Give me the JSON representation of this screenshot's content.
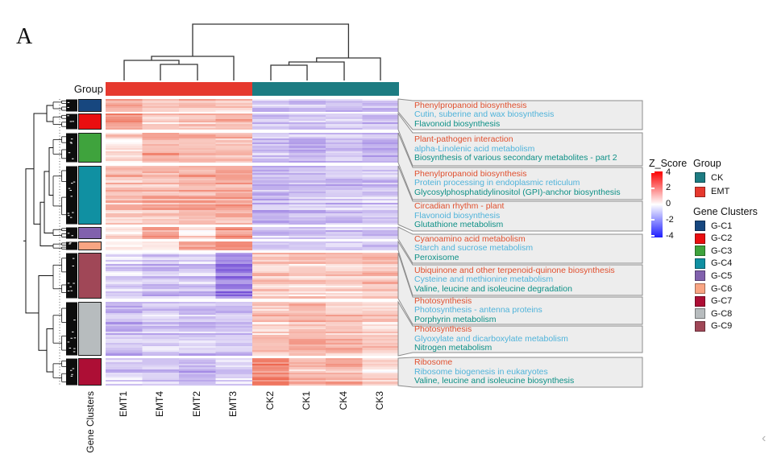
{
  "panel_label": "A",
  "figure": {
    "group_axis_label": "Group",
    "row_axis_label": "Gene Clusters",
    "corner_glyph": "‹"
  },
  "palette": {
    "group_EMT": "#e6392e",
    "group_CK": "#1d7c82",
    "heatmap_positive_end": "#e83a1b",
    "heatmap_negative_end": "#5c30d0",
    "box_fill": "#ededed",
    "box_border": "#8c8c8c",
    "pathway_text": {
      "red": "#e0502f",
      "blue": "#4fb3da",
      "teal": "#0d9086"
    }
  },
  "legend": {
    "zscore": {
      "title": "Z_Score",
      "ticks": [
        "4",
        "2",
        "0",
        "-2",
        "-4"
      ],
      "top_color": "#fb0000",
      "mid_color": "#ffffff",
      "bottom_color": "#1e1eff"
    },
    "group": {
      "title": "Group",
      "items": [
        {
          "label": "CK",
          "color": "#1d7c82"
        },
        {
          "label": "EMT",
          "color": "#e6392e"
        }
      ]
    },
    "gene_clusters": {
      "title": "Gene Clusters",
      "items": [
        {
          "label": "G-C1",
          "color": "#17477f"
        },
        {
          "label": "G-C2",
          "color": "#ea0e10"
        },
        {
          "label": "G-C3",
          "color": "#3fa33d"
        },
        {
          "label": "G-C4",
          "color": "#1090a2"
        },
        {
          "label": "G-C5",
          "color": "#8161ad"
        },
        {
          "label": "G-C6",
          "color": "#f9a583"
        },
        {
          "label": "G-C7",
          "color": "#ad0e35"
        },
        {
          "label": "G-C8",
          "color": "#b7bcbe"
        },
        {
          "label": "G-C9",
          "color": "#a04757"
        }
      ]
    }
  },
  "chart_data": {
    "type": "heatmap",
    "value_name": "Z_Score",
    "zscore_range": [
      -4,
      4
    ],
    "columns": [
      "EMT1",
      "EMT4",
      "EMT2",
      "EMT3",
      "CK2",
      "CK1",
      "CK4",
      "CK3"
    ],
    "column_groups": [
      "EMT",
      "EMT",
      "EMT",
      "EMT",
      "CK",
      "CK",
      "CK",
      "CK"
    ],
    "column_dendrogram": "((EMT1,(EMT4,EMT2)),EMT3) | (((CK2,CK1),CK4),CK3)",
    "row_cluster_display_order": [
      "G-C1",
      "G-C2",
      "G-C3",
      "G-C4",
      "G-C5",
      "G-C6",
      "G-C9",
      "G-C8",
      "G-C7"
    ],
    "clusters": [
      {
        "id": "G-C1",
        "color": "#17477f",
        "rows": 7,
        "col_means": [
          1.6,
          1.0,
          1.1,
          0.9,
          -0.9,
          -1.0,
          -0.8,
          -1.0
        ],
        "pathways": [
          {
            "text": "Phenylpropanoid biosynthesis",
            "color": "red"
          },
          {
            "text": "Cutin, suberine and wax biosynthesis",
            "color": "blue"
          },
          {
            "text": "Flavonoid biosynthesis",
            "color": "teal"
          }
        ]
      },
      {
        "id": "G-C2",
        "color": "#ea0e10",
        "rows": 9,
        "col_means": [
          1.7,
          0.8,
          1.0,
          1.3,
          -1.0,
          -0.9,
          -0.9,
          -1.1
        ],
        "pathways": [
          {
            "text": "Plant-pathogen interaction",
            "color": "red"
          },
          {
            "text": "alpha-Linolenic acid metabolism",
            "color": "blue"
          },
          {
            "text": "Biosynthesis of various secondary metabolites - part 2",
            "color": "teal"
          }
        ]
      },
      {
        "id": "G-C3",
        "color": "#3fa33d",
        "rows": 16,
        "col_means": [
          0.6,
          1.5,
          1.2,
          1.1,
          -1.0,
          -1.1,
          -0.9,
          -1.2
        ],
        "pathways": [
          {
            "text": "Phenylpropanoid biosynthesis",
            "color": "red"
          },
          {
            "text": "Protein processing in endoplasmic reticulum",
            "color": "blue"
          },
          {
            "text": "Glycosylphosphatidylinositol (GPI)-anchor biosynthesis",
            "color": "teal"
          }
        ]
      },
      {
        "id": "G-C4",
        "color": "#1090a2",
        "rows": 32,
        "col_means": [
          1.0,
          1.1,
          1.3,
          1.4,
          -1.2,
          -1.1,
          -1.0,
          -0.9
        ],
        "pathways": [
          {
            "text": "Circadian rhythm - plant",
            "color": "red"
          },
          {
            "text": "Flavonoid biosynthesis",
            "color": "blue"
          },
          {
            "text": "Glutathione metabolism",
            "color": "teal"
          }
        ]
      },
      {
        "id": "G-C5",
        "color": "#8161ad",
        "rows": 7,
        "col_means": [
          0.7,
          1.8,
          0.6,
          1.8,
          -0.8,
          -0.9,
          -0.8,
          -0.9
        ],
        "pathways": [
          {
            "text": "Cyanoamino acid metabolism",
            "color": "red"
          },
          {
            "text": "Starch and sucrose metabolism",
            "color": "blue"
          },
          {
            "text": "Peroxisome",
            "color": "teal"
          }
        ]
      },
      {
        "id": "G-C6",
        "color": "#f9a583",
        "rows": 5,
        "col_means": [
          0.5,
          0.6,
          1.7,
          1.9,
          -0.8,
          -0.8,
          -0.7,
          -0.9
        ],
        "pathways": [
          {
            "text": "Ubiquinone and other terpenoid-quinone biosynthesis",
            "color": "red"
          },
          {
            "text": "Cysteine and methionine metabolism",
            "color": "blue"
          },
          {
            "text": "Valine, leucine and isoleucine degradation",
            "color": "teal"
          }
        ]
      },
      {
        "id": "G-C9",
        "color": "#a04757",
        "rows": 25,
        "col_means": [
          -0.7,
          -1.0,
          -0.9,
          -2.1,
          0.9,
          0.8,
          0.8,
          0.9
        ],
        "pathways": [
          {
            "text": "Photosynthesis",
            "color": "red"
          },
          {
            "text": "Photosynthesis - antenna proteins",
            "color": "blue"
          },
          {
            "text": "Porphyrin metabolism",
            "color": "teal"
          }
        ]
      },
      {
        "id": "G-C8",
        "color": "#b7bcbe",
        "rows": 29,
        "col_means": [
          -1.1,
          -0.9,
          -1.0,
          -1.0,
          0.9,
          1.2,
          1.0,
          0.8
        ],
        "pathways": [
          {
            "text": "Photosynthesis",
            "color": "red"
          },
          {
            "text": "Glyoxylate and dicarboxylate metabolism",
            "color": "blue"
          },
          {
            "text": "Nitrogen metabolism",
            "color": "teal"
          }
        ]
      },
      {
        "id": "G-C7",
        "color": "#ad0e35",
        "rows": 15,
        "col_means": [
          -0.8,
          -0.9,
          -1.3,
          -0.8,
          2.0,
          1.1,
          1.3,
          0.6
        ],
        "pathways": [
          {
            "text": "Ribosome",
            "color": "red"
          },
          {
            "text": "Ribosome biogenesis in eukaryotes",
            "color": "blue"
          },
          {
            "text": "Valine, leucine and isoleucine biosynthesis",
            "color": "teal"
          }
        ]
      }
    ]
  }
}
